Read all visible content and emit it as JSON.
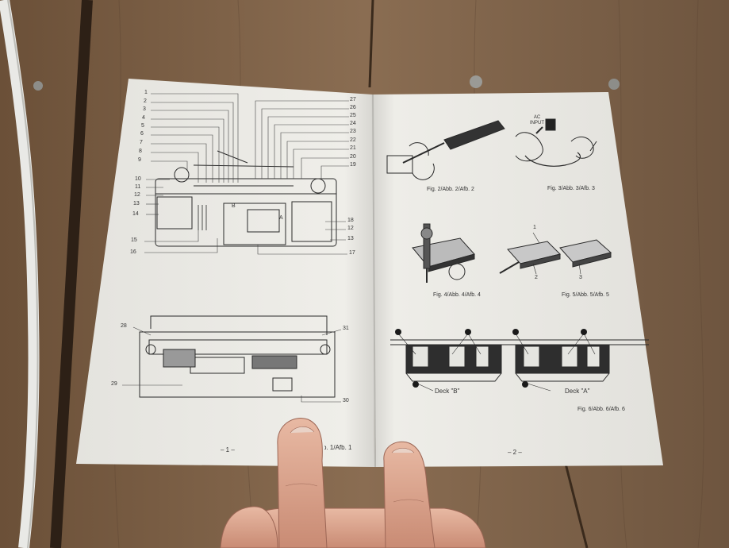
{
  "left_page": {
    "page_number": "– 1 –",
    "fig_label": "Fig. 1/Abb. 1/Afb. 1",
    "callouts_left": [
      "1",
      "2",
      "3",
      "4",
      "5",
      "6",
      "7",
      "8",
      "9",
      "10",
      "11",
      "12",
      "13",
      "14",
      "15",
      "16"
    ],
    "callouts_right": [
      "27",
      "26",
      "25",
      "24",
      "23",
      "22",
      "21",
      "20",
      "19",
      "18",
      "12",
      "13",
      "17"
    ],
    "callouts_bottom": [
      "28",
      "29",
      "31",
      "30"
    ],
    "deck_letters": [
      "B",
      "A"
    ]
  },
  "right_page": {
    "page_number": "– 2 –",
    "figures": [
      "Fig. 2/Abb. 2/Afb. 2",
      "Fig. 3/Abb. 3/Afb. 3",
      "Fig. 4/Abb. 4/Afb. 4",
      "Fig. 5/Abb. 5/Afb. 5",
      "Fig. 6/Abb. 6/Afb. 6"
    ],
    "ac_input_label": "AC INPUT",
    "fig5_callouts": [
      "1",
      "2",
      "3"
    ],
    "deck_b_label": "Deck \"B\"",
    "deck_a_label": "Deck \"A\""
  },
  "colors": {
    "wood": "#7a5f45",
    "paper": "#ecebe6",
    "ink": "#2a2a2a",
    "skin": "#d9a088"
  }
}
